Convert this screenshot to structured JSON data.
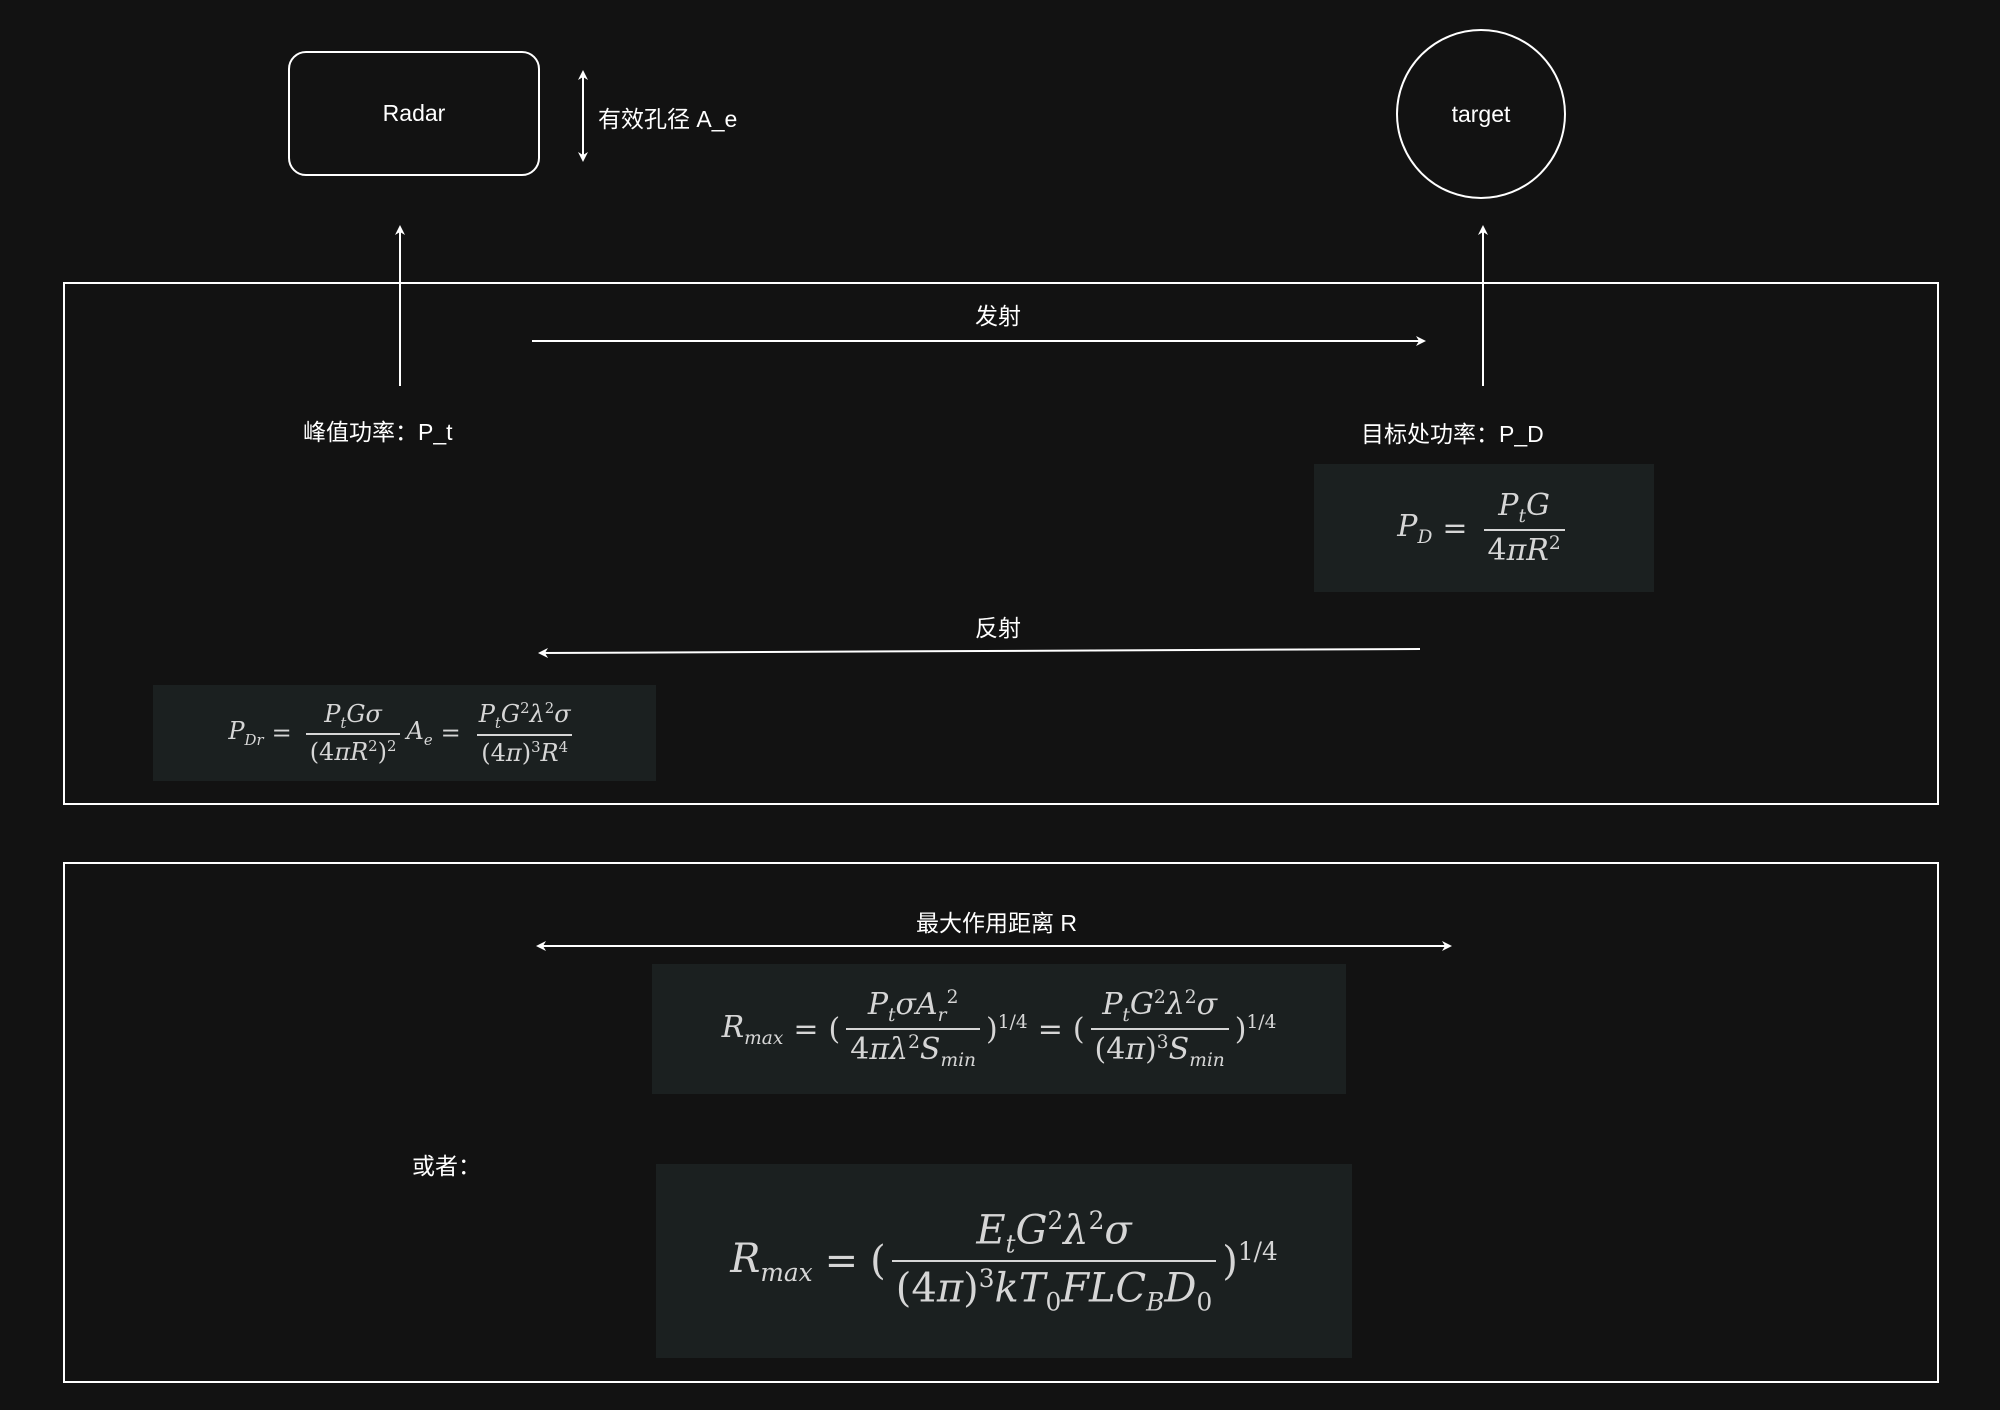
{
  "nodes": {
    "radar": "Radar",
    "target": "target"
  },
  "labels": {
    "aperture": "有效孔径 A_e",
    "transmit": "发射",
    "peak_power": "峰值功率：P_t",
    "target_power": "目标处功率：P_D",
    "reflect": "反射",
    "max_range": "最大作用距离 R",
    "or": "或者："
  },
  "formulas": {
    "pd": "P_D = P_t G / (4πR^2)",
    "pdr": "P_Dr = P_t G σ / (4πR^2)^2 · A_e = P_t G^2 λ^2 σ / ((4π)^3 R^4)",
    "rmax1": "R_max = (P_t σ A_r^2 / (4π λ^2 S_min))^(1/4) = (P_t G^2 λ^2 σ / ((4π)^3 S_min))^(1/4)",
    "rmax2": "R_max = (E_t G^2 λ^2 σ / ((4π)^3 k T_0 F L C_B D_0))^(1/4)"
  },
  "colors": {
    "background": "#121212",
    "line": "#ffffff",
    "formula_bg": "#1b2020",
    "formula_text": "#d6d6d6"
  }
}
